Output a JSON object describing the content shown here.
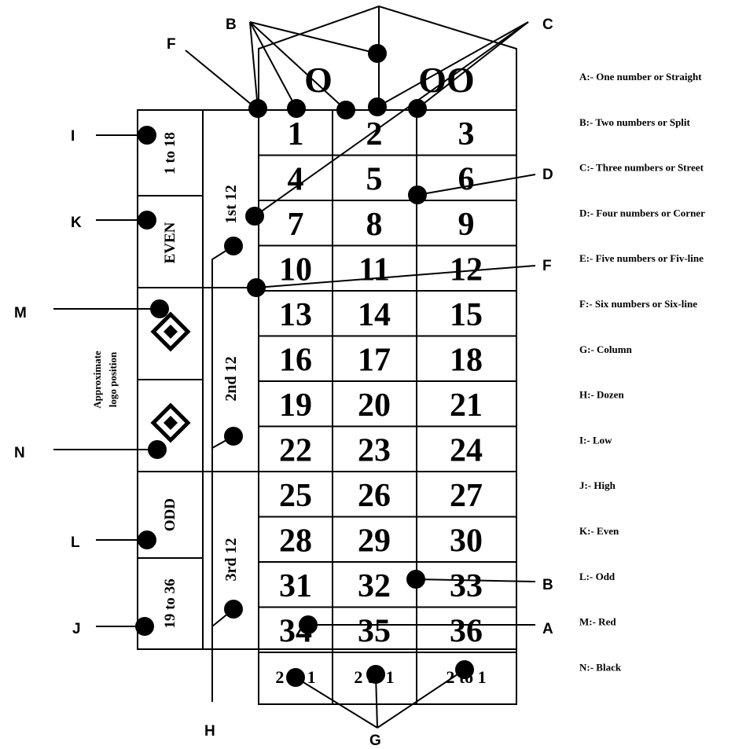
{
  "zeros": [
    "O",
    "OO"
  ],
  "numbers": [
    "1",
    "2",
    "3",
    "4",
    "5",
    "6",
    "7",
    "8",
    "9",
    "10",
    "11",
    "12",
    "13",
    "14",
    "15",
    "16",
    "17",
    "18",
    "19",
    "20",
    "21",
    "22",
    "23",
    "24",
    "25",
    "26",
    "27",
    "28",
    "29",
    "30",
    "31",
    "32",
    "33",
    "34",
    "35",
    "36"
  ],
  "column_bets": [
    "2 to 1",
    "2 to 1",
    "2 to 1"
  ],
  "dozens": [
    "1st 12",
    "2nd 12",
    "3rd 12"
  ],
  "outside_bets": [
    "1 to 18",
    "EVEN",
    "",
    "",
    "ODD",
    "19 to 36"
  ],
  "logo_text": [
    "Approximate",
    "logo position"
  ],
  "markers": {
    "left": [
      "I",
      "K",
      "M",
      "N",
      "L",
      "J"
    ],
    "right": [
      "D",
      "F",
      "B",
      "A"
    ],
    "top": [
      "B",
      "C",
      "F"
    ],
    "bottom": [
      "H",
      "G"
    ]
  },
  "legend": [
    "A:- One number or Straight",
    "B:- Two numbers or Split",
    "C:- Three numbers or Street",
    "D:- Four numbers or Corner",
    "E:- Five numbers or Fiv-line",
    "F:- Six numbers or Six-line",
    "G:- Column",
    "H:- Dozen",
    "I:- Low",
    "J:- High",
    "K:- Even",
    "L:- Odd",
    "M:- Red",
    "N:- Black"
  ]
}
